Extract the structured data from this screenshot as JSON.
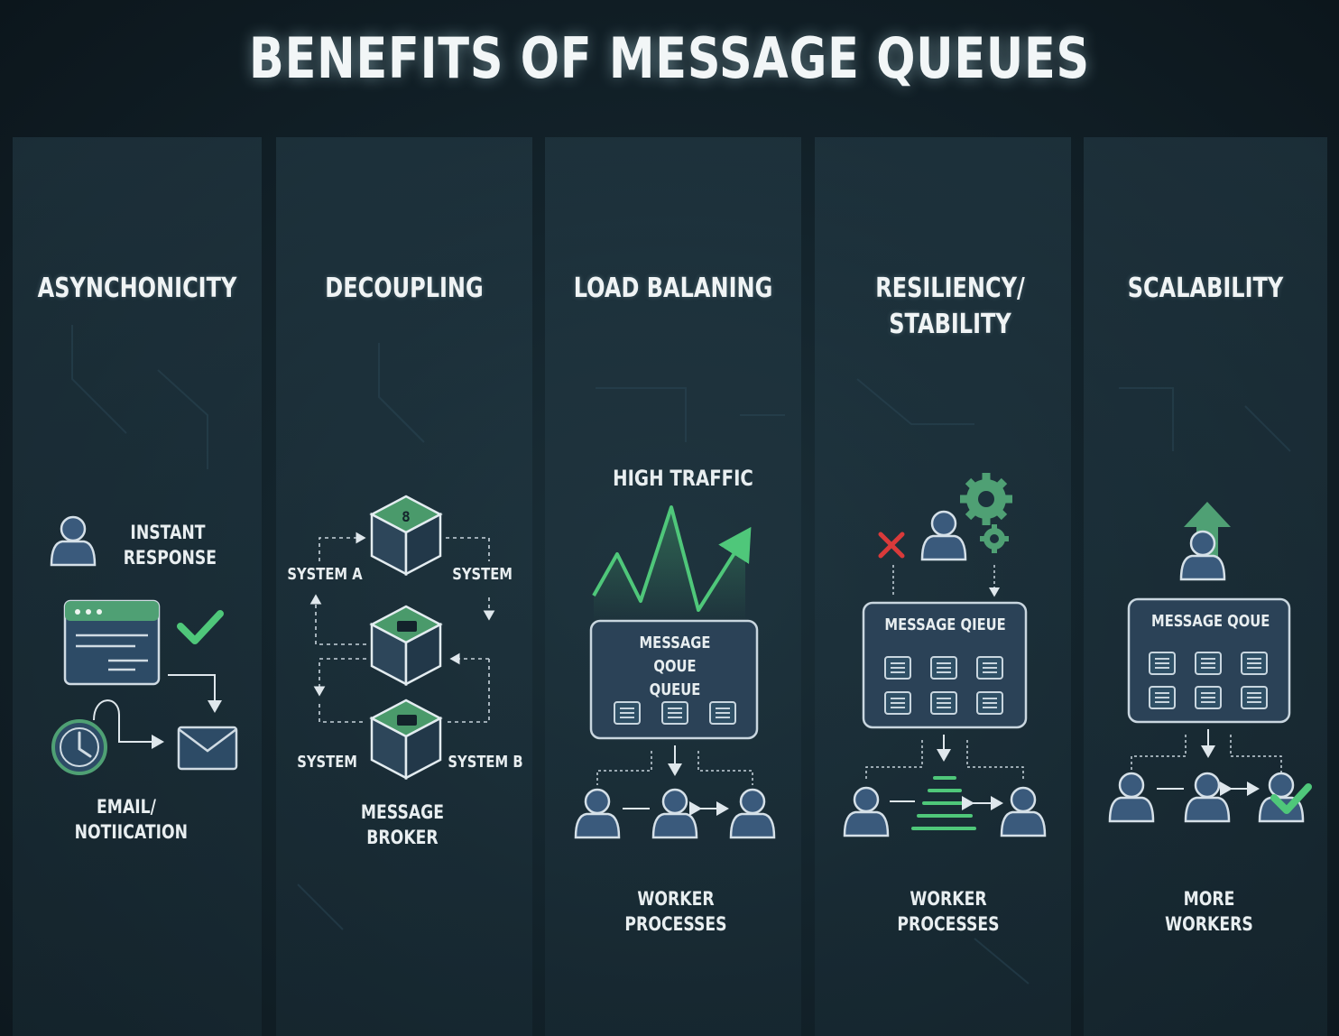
{
  "title": "BENEFITS OF MESSAGE QUEUES",
  "colors": {
    "background": "#13232b",
    "panel": "#1f3541",
    "box_fill": "#2b4257",
    "box_stroke": "#b9c9d4",
    "accent_green": "#4fc77a",
    "error_red": "#d93a3a"
  },
  "columns": [
    {
      "title": "ASYNCHONICITY",
      "labels": {
        "instant": "INSTANT\nRESPONSE",
        "email": "EMAIL/\nNOTIICATION"
      },
      "icons": [
        "person-icon",
        "browser-window-icon",
        "checkmark-icon",
        "clock-icon",
        "envelope-icon"
      ]
    },
    {
      "title": "DECOUPLING",
      "labels": {
        "system_a": "SYSTEM A",
        "system_tr": "SYSTEM",
        "system_bl": "SYSTEM",
        "system_b": "SYSTEM B",
        "broker": "MESSAGE\nBROKER"
      },
      "icons": [
        "cube-icon",
        "cube-icon",
        "cube-icon"
      ]
    },
    {
      "title": "LOAD BALANING",
      "labels": {
        "traffic": "HIGH TRAFFIC",
        "queue": "MESSAGE QOUE\nQUEUE",
        "workers": "WORKER\nPROCESSES"
      },
      "icons": [
        "traffic-line-icon",
        "queue-box-icon",
        "person-icon"
      ]
    },
    {
      "title": "RESILIENCY/\nSTABILITY",
      "labels": {
        "queue": "MESSAGE QIEUE",
        "workers": "WORKER\nPROCESSES"
      },
      "icons": [
        "x-mark-icon",
        "person-icon",
        "gear-icon",
        "queue-box-icon"
      ]
    },
    {
      "title": "SCALABILITY",
      "labels": {
        "queue": "MESSAGE QOUE",
        "workers": "MORE\nWORKERS"
      },
      "icons": [
        "up-arrow-icon",
        "person-icon",
        "queue-box-icon",
        "checkmark-icon"
      ]
    }
  ]
}
